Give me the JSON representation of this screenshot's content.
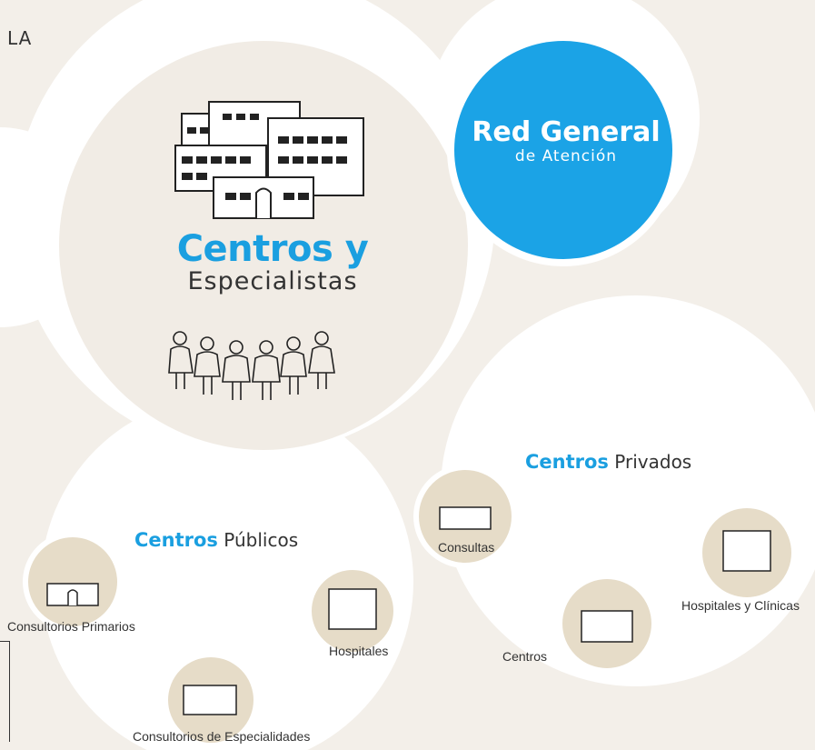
{
  "corner_text": "LA",
  "red_general": {
    "title": "Red General",
    "subtitle": "de Atención"
  },
  "main": {
    "title_strong": "Centros y",
    "title_light": "Especialistas"
  },
  "publicos": {
    "title_strong": "Centros",
    "title_light": "Públicos",
    "items": [
      {
        "label": "Consultorios Primarios"
      },
      {
        "label": "Hospitales"
      },
      {
        "label": "Consultorios de Especialidades"
      }
    ]
  },
  "privados": {
    "title_strong": "Centros",
    "title_light": "Privados",
    "items": [
      {
        "label": "Consultas"
      },
      {
        "label": "Centros"
      },
      {
        "label": "Hospitales y Clínicas"
      }
    ]
  },
  "colors": {
    "accent": "#1a9fe0",
    "background": "#f3efe9",
    "badge": "#e6dcc8",
    "bubble": "#ffffff"
  }
}
